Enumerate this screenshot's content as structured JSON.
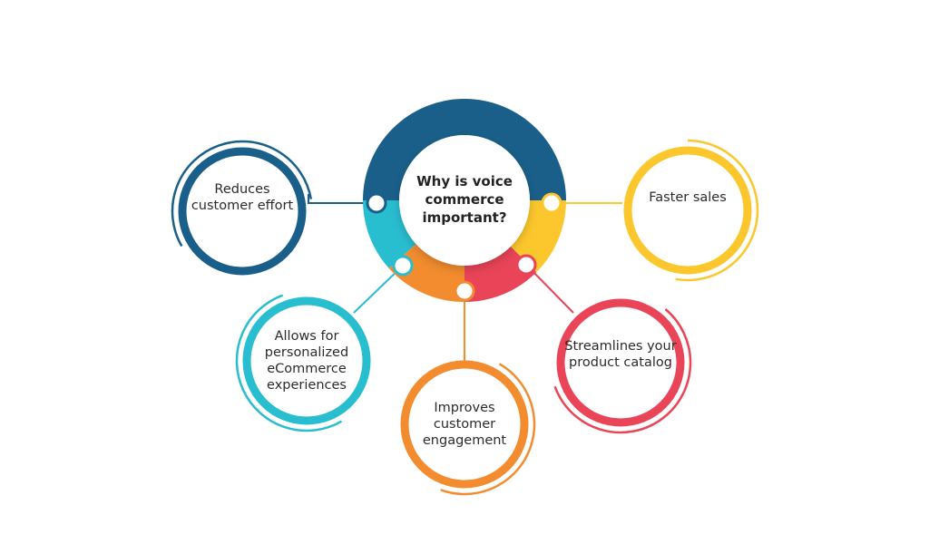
{
  "center": {
    "title": "Why is voice commerce important?"
  },
  "colors": {
    "blue": "#1a5f8a",
    "yellow": "#fcc72c",
    "red": "#e94457",
    "orange": "#f28c2e",
    "teal": "#29bdd0"
  },
  "benefits": [
    {
      "label": "Reduces customer effort",
      "color": "blue"
    },
    {
      "label": "Faster sales",
      "color": "yellow"
    },
    {
      "label": "Allows for personalized eCommerce experiences",
      "color": "teal"
    },
    {
      "label": "Improves customer engagement",
      "color": "orange"
    },
    {
      "label": "Streamlines your product catalog",
      "color": "red"
    }
  ]
}
